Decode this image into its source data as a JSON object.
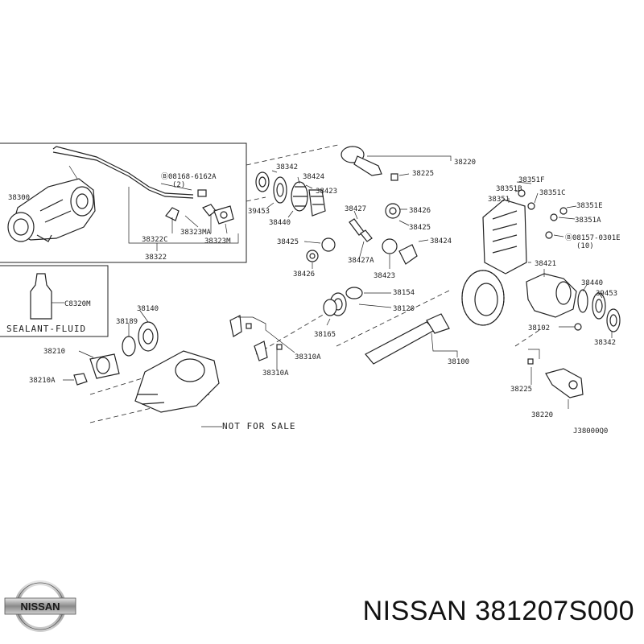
{
  "diagram": {
    "labels": {
      "l38300": "38300",
      "l08168": "Ⓑ08168-6162A",
      "l08168q": "(2)",
      "l38323ma": "38323MA",
      "l38322c": "38322C",
      "l38323m": "38323M",
      "l38322": "38322",
      "sealant_code": "C8320M",
      "sealant": "SEALANT-FLUID",
      "l38342a": "38342",
      "l38424a": "38424",
      "l38423a": "38423",
      "l39453a": "39453",
      "l38440a": "38440",
      "l38427": "38427",
      "l38425a": "38425",
      "l38426a": "38426",
      "l38425b": "38425",
      "l38427a": "38427A",
      "l38424b": "38424",
      "l38426b": "38426",
      "l38423b": "38423",
      "l38220a": "38220",
      "l38225a": "38225",
      "l38351f": "38351F",
      "l38351b": "38351B",
      "l38351c": "38351C",
      "l38351": "38351",
      "l38351e": "38351E",
      "l38351a": "38351A",
      "l08157": "Ⓑ08157-0301E",
      "l08157q": "(10)",
      "l38421": "38421",
      "l38440b": "38440",
      "l39453b": "39453",
      "l38102": "38102",
      "l38342b": "38342",
      "l38154": "38154",
      "l38120": "38120",
      "l38165": "38165",
      "l38100": "38100",
      "l38140": "38140",
      "l38189": "38189",
      "l38210": "38210",
      "l38210a": "38210A",
      "l38310a1": "38310A",
      "l38310a2": "38310A",
      "l38225b": "38225",
      "l38220b": "38220",
      "not_for_sale": "NOT FOR SALE",
      "diagram_code": "J38000Q0"
    }
  },
  "logo": {
    "text": "NISSAN"
  },
  "footer": {
    "title": "NISSAN 381207S000"
  }
}
